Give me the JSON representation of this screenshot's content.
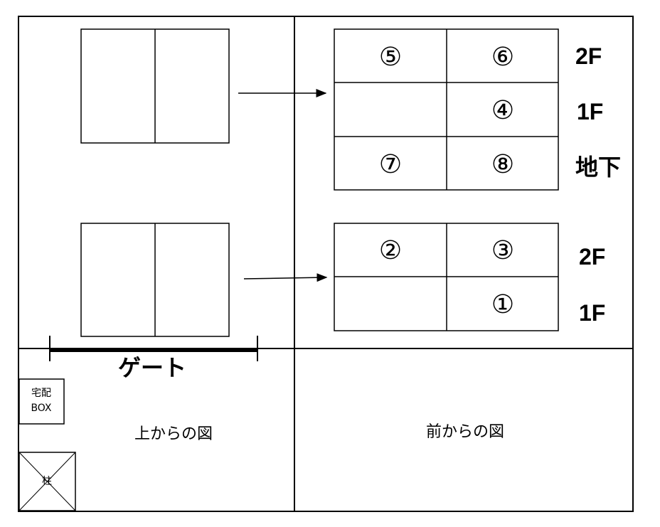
{
  "upper_block": {
    "row1": {
      "left": "⑤",
      "right": "⑥",
      "floor": "2F"
    },
    "row2": {
      "left": "",
      "right": "④",
      "floor": "1F"
    },
    "row3": {
      "left": "⑦",
      "right": "⑧",
      "floor": "地下"
    }
  },
  "lower_block": {
    "row1": {
      "left": "②",
      "right": "③",
      "floor": "2F"
    },
    "row2": {
      "left": "",
      "right": "①",
      "floor": "1F"
    }
  },
  "gate_label": "ゲート",
  "delivery_box_label": [
    "宅配",
    "BOX"
  ],
  "pillar_label": "柱",
  "top_view_caption": "上からの図",
  "front_view_caption": "前からの図"
}
